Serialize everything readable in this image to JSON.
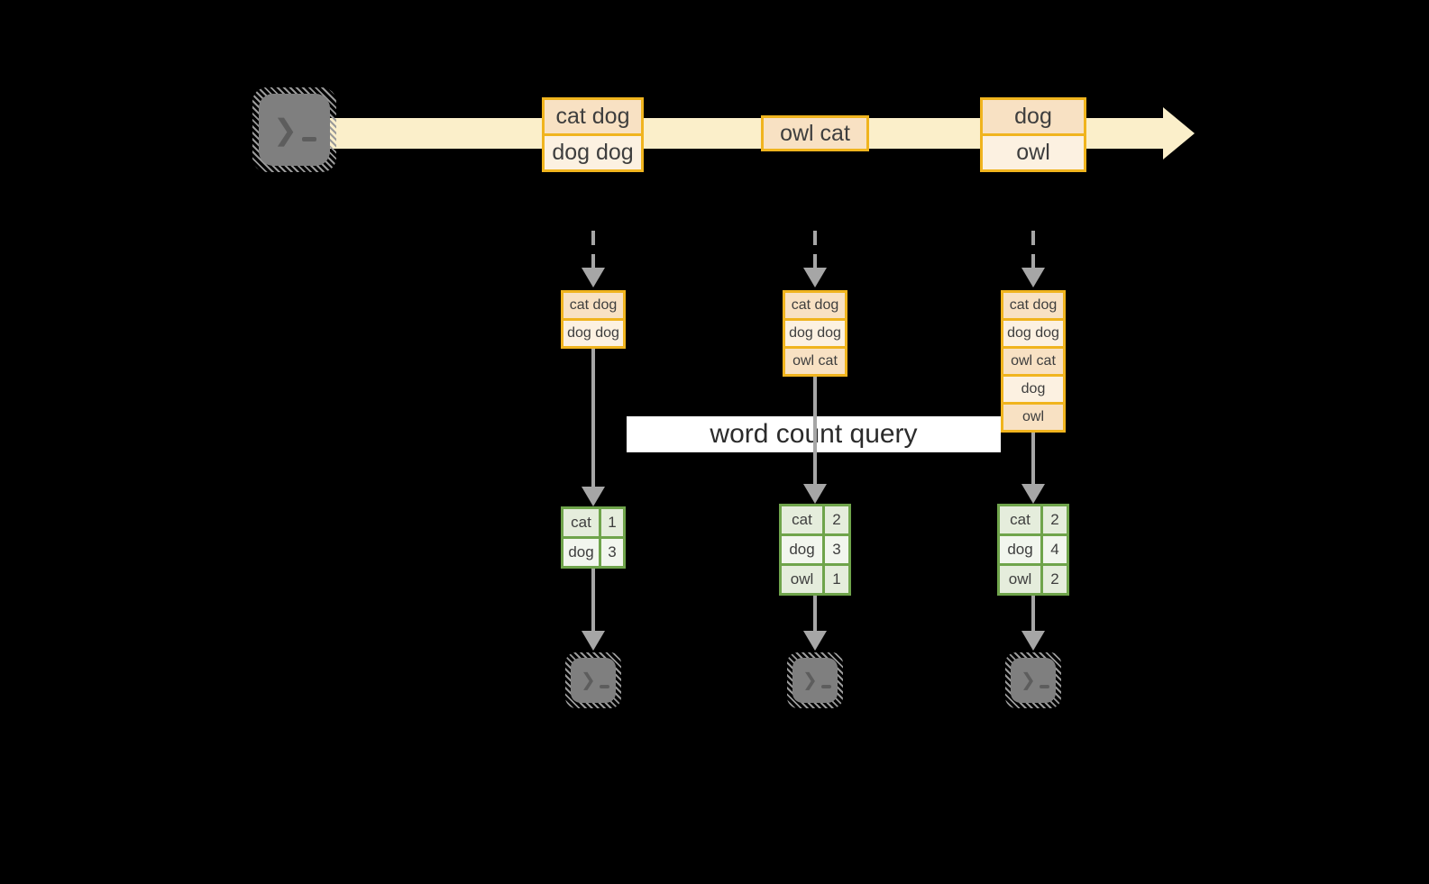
{
  "query": {
    "label": "word count query"
  },
  "stream": {
    "batches": [
      {
        "cells": [
          "cat dog",
          "dog dog"
        ]
      },
      {
        "cells": [
          "owl cat"
        ]
      },
      {
        "cells": [
          "dog",
          "owl"
        ]
      }
    ]
  },
  "columns": [
    {
      "state": [
        "cat dog",
        "dog dog"
      ],
      "counts": [
        {
          "word": "cat",
          "count": "1"
        },
        {
          "word": "dog",
          "count": "3"
        }
      ]
    },
    {
      "state": [
        "cat dog",
        "dog dog",
        "owl cat"
      ],
      "counts": [
        {
          "word": "cat",
          "count": "2"
        },
        {
          "word": "dog",
          "count": "3"
        },
        {
          "word": "owl",
          "count": "1"
        }
      ]
    },
    {
      "state": [
        "cat dog",
        "dog dog",
        "owl cat",
        "dog",
        "owl"
      ],
      "counts": [
        {
          "word": "cat",
          "count": "2"
        },
        {
          "word": "dog",
          "count": "4"
        },
        {
          "word": "owl",
          "count": "2"
        }
      ]
    }
  ],
  "icons": {
    "source": "terminal-icon",
    "sinks": [
      "terminal-icon",
      "terminal-icon",
      "terminal-icon"
    ]
  },
  "colors": {
    "background": "#000000",
    "stream_band": "#FBEFCA",
    "box_border": "#F0B41E",
    "cell_peach": "#F8E1C3",
    "cell_cream": "#FCF1E1",
    "table_border": "#6FA44B",
    "cell_green_dark": "#E5EDDC",
    "cell_green_light": "#F2F6EE",
    "arrow_gray": "#A6A6A6",
    "terminal_gray": "#7F7F7F",
    "text_dark": "#3E3E3E",
    "query_bg": "#FFFFFF"
  }
}
